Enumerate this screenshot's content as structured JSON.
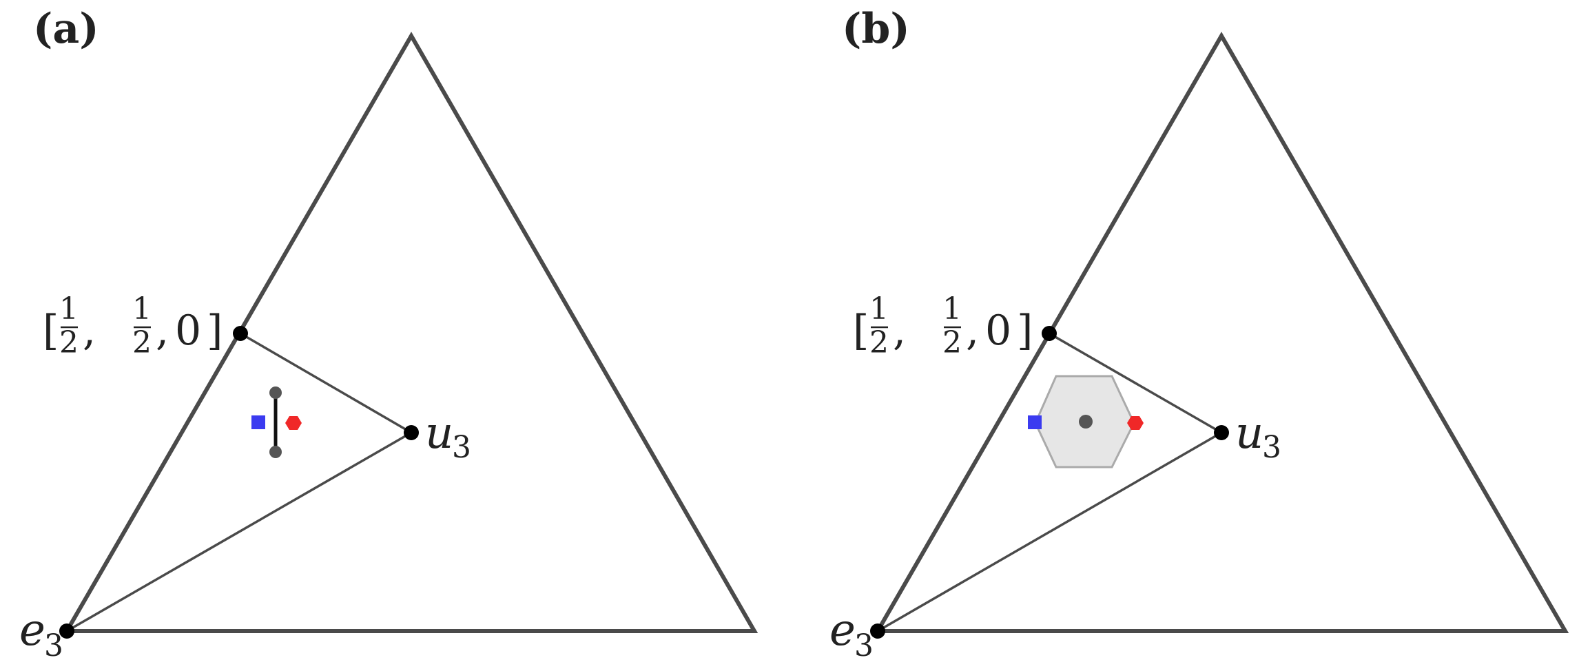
{
  "panels": [
    {
      "label": "(a)",
      "midpoint_label": {
        "bracket_open": "[",
        "num1": "1",
        "den1": "2",
        "sep1": ",",
        "num2": "1",
        "den2": "2",
        "sep2": ",",
        "last": "0",
        "bracket_close": "]"
      },
      "u_label": {
        "base": "u",
        "sub": "3"
      },
      "e_label": {
        "base": "e",
        "sub": "3"
      },
      "inner_marker": "segment"
    },
    {
      "label": "(b)",
      "midpoint_label": {
        "bracket_open": "[",
        "num1": "1",
        "den1": "2",
        "sep1": ",",
        "num2": "1",
        "den2": "2",
        "sep2": ",",
        "last": "0",
        "bracket_close": "]"
      },
      "u_label": {
        "base": "u",
        "sub": "3"
      },
      "e_label": {
        "base": "e",
        "sub": "3"
      },
      "inner_marker": "hexagon"
    }
  ],
  "colors": {
    "outline": "#4a4a4a",
    "vertex": "#000000",
    "inner_point": "#555555",
    "square_marker": "#3b3bf0",
    "hex_marker": "#f02828",
    "hexagon_fill": "#e6e6e6",
    "hexagon_stroke": "#aaaaaa"
  }
}
